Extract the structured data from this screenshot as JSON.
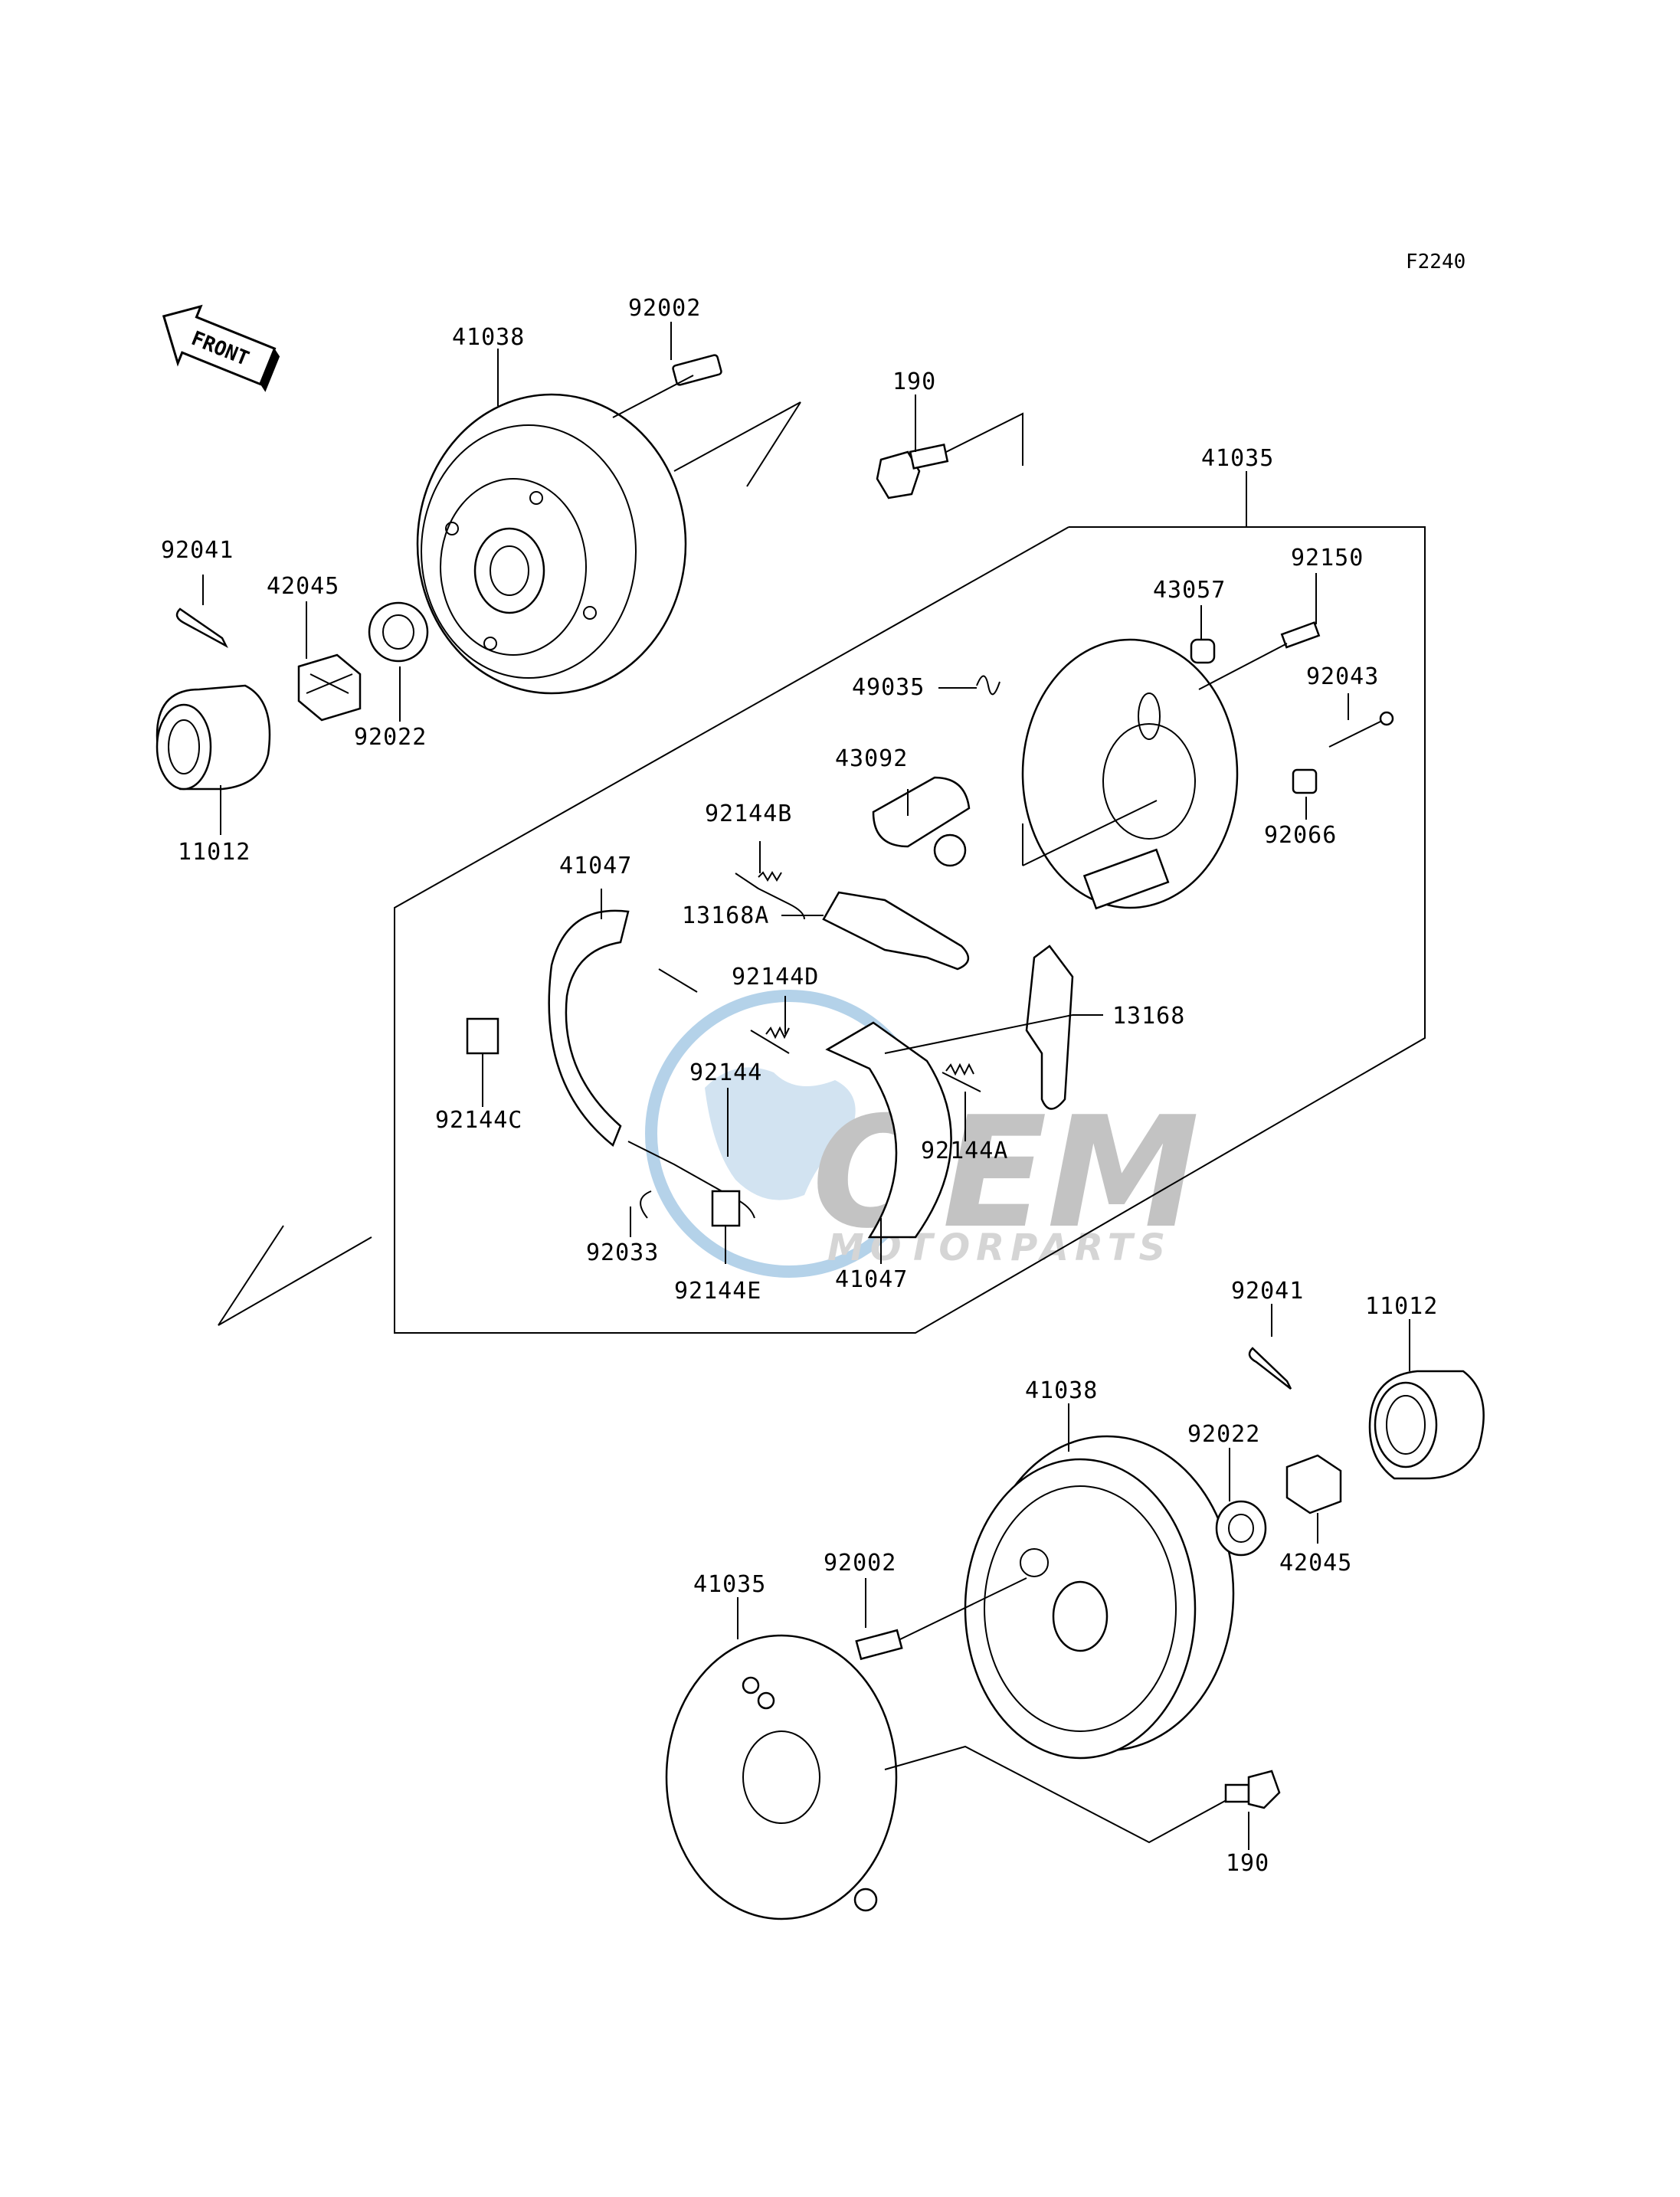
{
  "figure_code": "F2240",
  "front_arrow_label": "FRONT",
  "watermark": {
    "brand": "OEM",
    "subtitle": "MOTORPARTS",
    "color_primary": "#2a7fc1",
    "color_secondary": "#9a9a9a"
  },
  "labels": {
    "p41038_top": "41038",
    "p92002_top": "92002",
    "p190_top": "190",
    "p41035_top": "41035",
    "p92041_top": "92041",
    "p42045_top": "42045",
    "p92022_top": "92022",
    "p11012_top": "11012",
    "p92150": "92150",
    "p43057": "43057",
    "p49035": "49035",
    "p92043": "92043",
    "p43092": "43092",
    "p92066": "92066",
    "p92144B": "92144B",
    "p41047_top": "41047",
    "p13168A": "13168A",
    "p92144D": "92144D",
    "p13168": "13168",
    "p92144": "92144",
    "p92144C": "92144C",
    "p92144A": "92144A",
    "p92033": "92033",
    "p92144E": "92144E",
    "p41047_bottom": "41047",
    "p92041_bottom": "92041",
    "p11012_bottom": "11012",
    "p41038_bottom": "41038",
    "p92022_bottom": "92022",
    "p42045_bottom": "42045",
    "p41035_bottom": "41035",
    "p92002_bottom": "92002",
    "p190_bottom": "190"
  }
}
